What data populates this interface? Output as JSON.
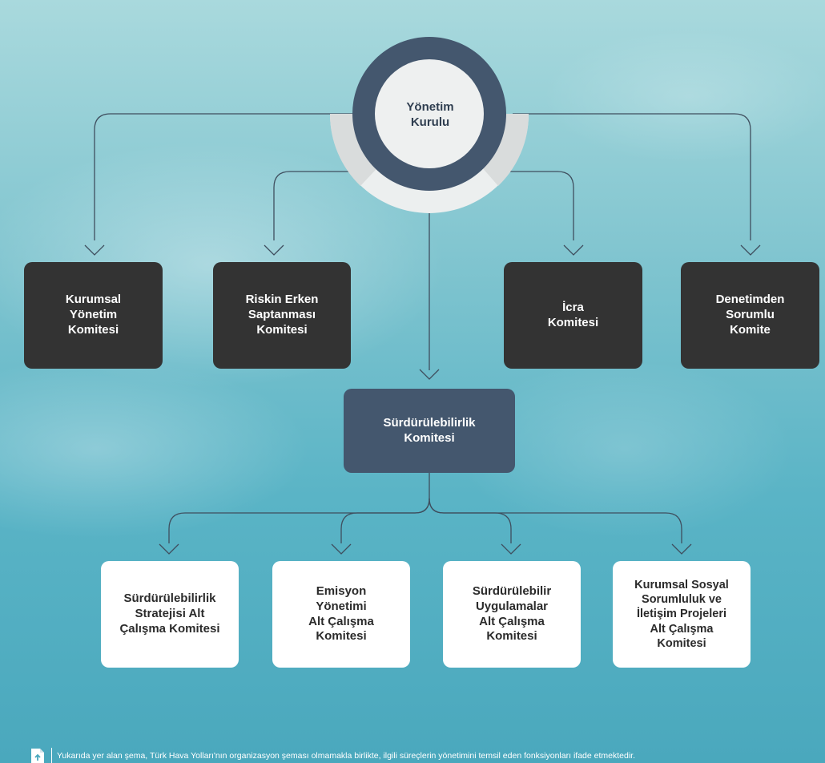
{
  "diagram": {
    "root": {
      "label": "Yönetim\nKurulu"
    },
    "committees": [
      {
        "label": "Kurumsal\nYönetim\nKomitesi"
      },
      {
        "label": "Riskin Erken\nSaptanması\nKomitesi"
      },
      {
        "label": "İcra\nKomitesi"
      },
      {
        "label": "Denetimden\nSorumlu\nKomite"
      }
    ],
    "sustainability": {
      "label": "Sürdürülebilirlik\nKomitesi"
    },
    "subcommittees": [
      {
        "label": "Sürdürülebilirlik\nStratejisi Alt\nÇalışma Komitesi"
      },
      {
        "label": "Emisyon\nYönetimi\nAlt Çalışma\nKomitesi"
      },
      {
        "label": "Sürdürülebilir\nUygulamalar\nAlt Çalışma\nKomitesi"
      },
      {
        "label": "Kurumsal Sosyal\nSorumluluk ve\nİletişim Projeleri\nAlt Çalışma\nKomitesi"
      }
    ]
  },
  "footer": {
    "icon": "document-upload-icon",
    "text": "Yukarıda yer alan şema, Türk Hava Yolları'nın organizasyon şeması olmamakla birlikte, ilgili süreçlerin yönetimini temsil eden fonksiyonları ifade etmektedir."
  }
}
